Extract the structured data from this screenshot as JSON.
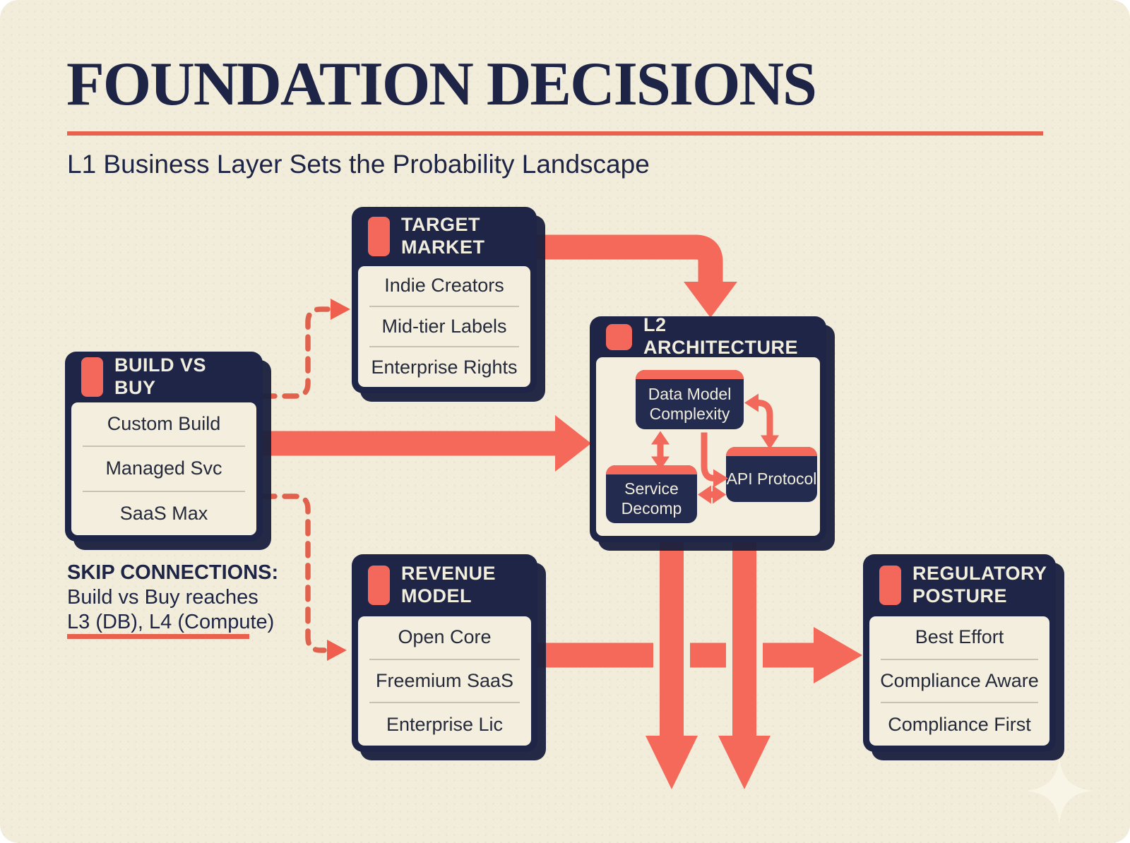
{
  "page": {
    "title": "FOUNDATION DECISIONS",
    "subtitle": "L1 Business Layer Sets the Probability Landscape"
  },
  "note": {
    "heading": "SKIP CONNECTIONS:",
    "line1": "Build vs Buy reaches",
    "line2": "L3 (DB), L4 (Compute)"
  },
  "boxes": {
    "build_vs_buy": {
      "title": "BUILD VS BUY",
      "items": [
        "Custom Build",
        "Managed Svc",
        "SaaS Max"
      ]
    },
    "target_market": {
      "title": "TARGET MARKET",
      "items": [
        "Indie Creators",
        "Mid-tier Labels",
        "Enterprise Rights"
      ]
    },
    "l2_architecture": {
      "title": "L2 ARCHITECTURE",
      "nodes": [
        "Data Model Complexity",
        "Service Decomp",
        "API Protocol"
      ]
    },
    "revenue_model": {
      "title": "REVENUE MODEL",
      "items": [
        "Open Core",
        "Freemium SaaS",
        "Enterprise Lic"
      ]
    },
    "regulatory_posture": {
      "title": "REGULATORY POSTURE",
      "items": [
        "Best Effort",
        "Compliance Aware",
        "Compliance First"
      ]
    }
  },
  "colors": {
    "background": "#f2edda",
    "navy": "#1e2547",
    "salmon_arrow": "#f4695a",
    "dashed_connector": "#e0624c",
    "accent_rule": "#e8604e",
    "cream_text": "#f2eedd"
  }
}
